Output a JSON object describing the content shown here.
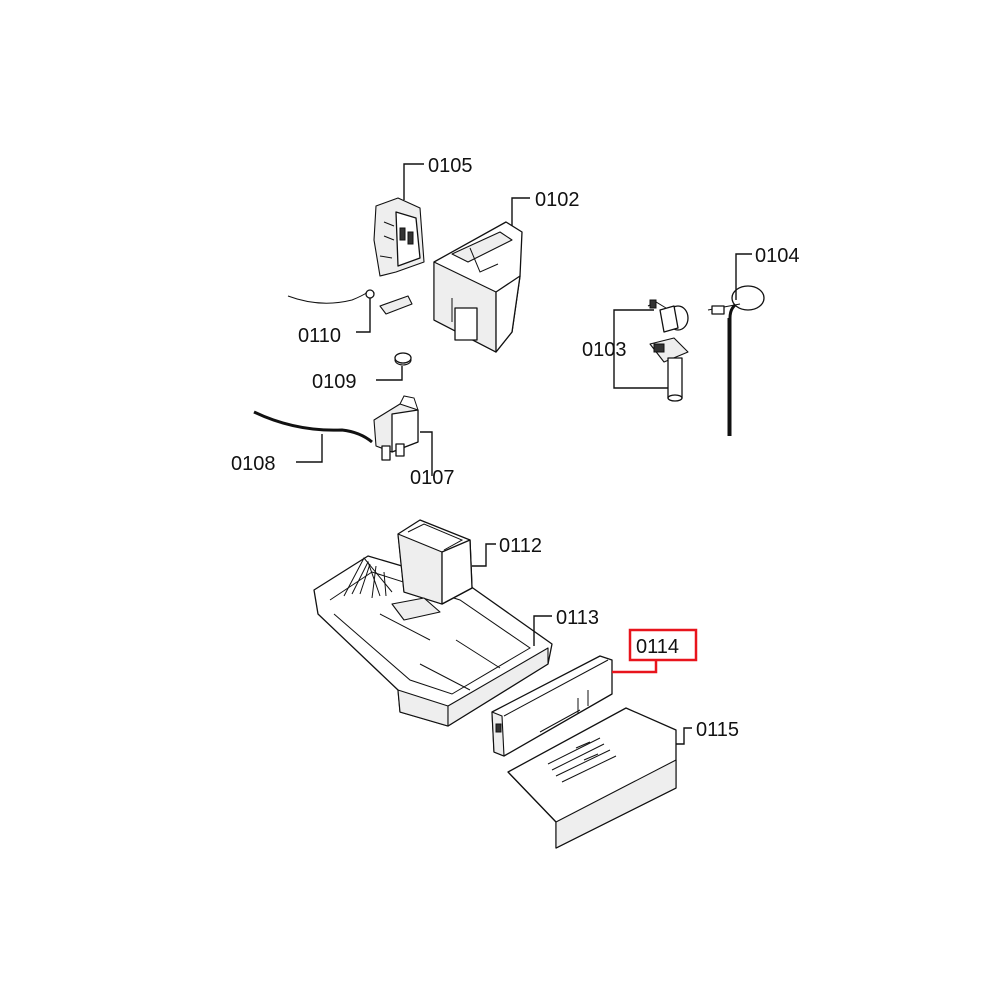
{
  "parts": {
    "p0105": "0105",
    "p0102": "0102",
    "p0104": "0104",
    "p0110": "0110",
    "p0103": "0103",
    "p0109": "0109",
    "p0108": "0108",
    "p0107": "0107",
    "p0112": "0112",
    "p0113": "0113",
    "p0114": "0114",
    "p0115": "0115"
  },
  "highlighted_part": "0114",
  "colors": {
    "highlight": "#e8141c",
    "line": "#111111",
    "background": "#ffffff"
  }
}
